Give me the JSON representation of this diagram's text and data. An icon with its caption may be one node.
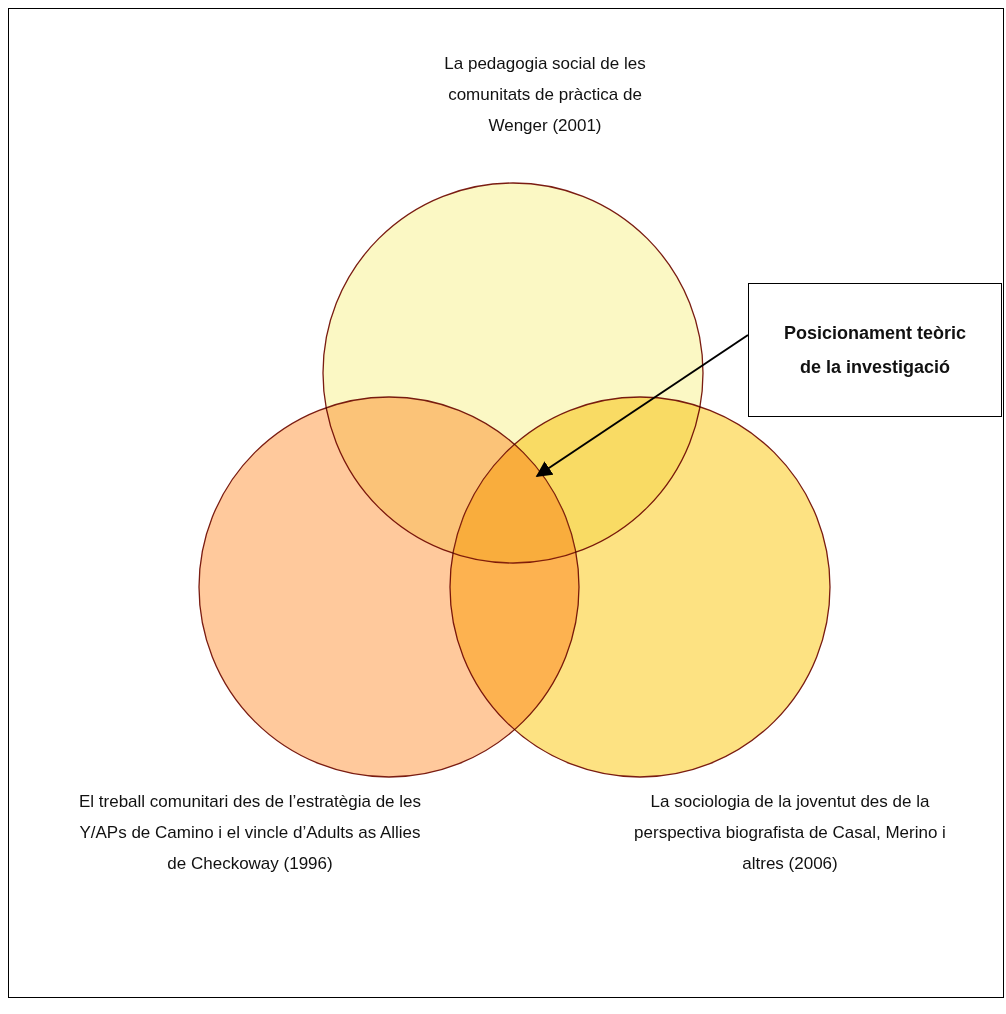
{
  "diagram": {
    "nodes": [
      {
        "text": [
          "La pedagogia social de les comunitats de pràctica de Wenger (2001)"
        ]
      },
      {
        "text": [
          "El treball comunitari des de l’estratègia de les Y/APs de Camino i el vincle d’Adults as Allies de Checkoway (1996)"
        ]
      },
      {
        "text": [
          "La sociologia de la joventut des de la perspectiva biografista de Casal, Merino i altres (2006)"
        ]
      },
      {
        "text": [
          "Posicionament teòric de la investigació"
        ]
      },
      {
        "text": [],
        "shape": "region"
      }
    ],
    "edges": [
      {
        "from": 3,
        "to": 4,
        "arrow": "to"
      }
    ]
  }
}
